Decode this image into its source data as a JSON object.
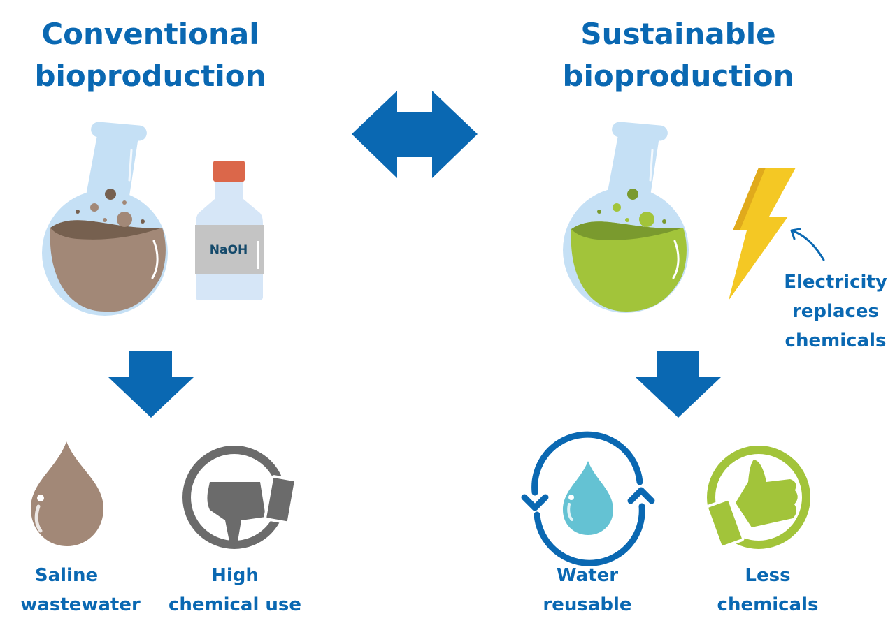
{
  "left": {
    "title_line1": "Conventional",
    "title_line2": "bioproduction",
    "bottle_label": "NaOH",
    "outcomes": [
      {
        "line1": "Saline",
        "line2": "wastewater",
        "icon": "brown-water-drop-icon"
      },
      {
        "line1": "High",
        "line2": "chemical use",
        "icon": "thumbs-down-icon"
      }
    ]
  },
  "right": {
    "title_line1": "Sustainable",
    "title_line2": "bioproduction",
    "electricity_note": [
      "Electricity",
      "replaces",
      "chemicals"
    ],
    "outcomes": [
      {
        "line1": "Water",
        "line2": "reusable",
        "icon": "recycle-water-icon"
      },
      {
        "line1": "Less",
        "line2": "chemicals",
        "icon": "thumbs-up-icon"
      }
    ]
  },
  "colors": {
    "accent_blue": "#0a68b2",
    "brown": "#a28877",
    "green": "#a2c43a",
    "grey": "#6b6b6b",
    "yellow": "#f4c824"
  }
}
